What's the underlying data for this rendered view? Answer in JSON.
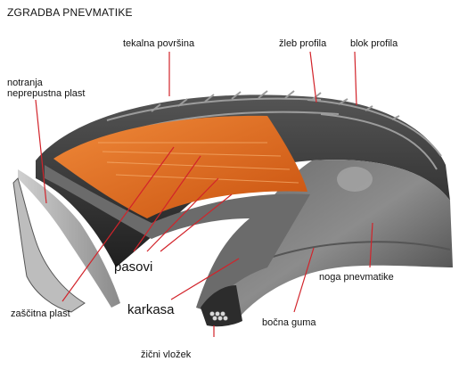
{
  "title": "ZGRADBA PNEVMATIKE",
  "labels": {
    "tread": "tekalna površina",
    "groove": "žleb profila",
    "block": "blok profila",
    "inner_liner_line1": "notranja",
    "inner_liner_line2": "neprepustna plast",
    "belts": "pasovi",
    "protective": "zaščitna plast",
    "carcass": "karkasa",
    "bead": "noga pnevmatike",
    "sidewall": "bočna guma",
    "bead_wire": "žični vložek"
  },
  "colors": {
    "rubber": "#3a3a3a",
    "belt": "#e26a1c",
    "leader": "#d2232a",
    "ply": "#9a9a9a"
  }
}
